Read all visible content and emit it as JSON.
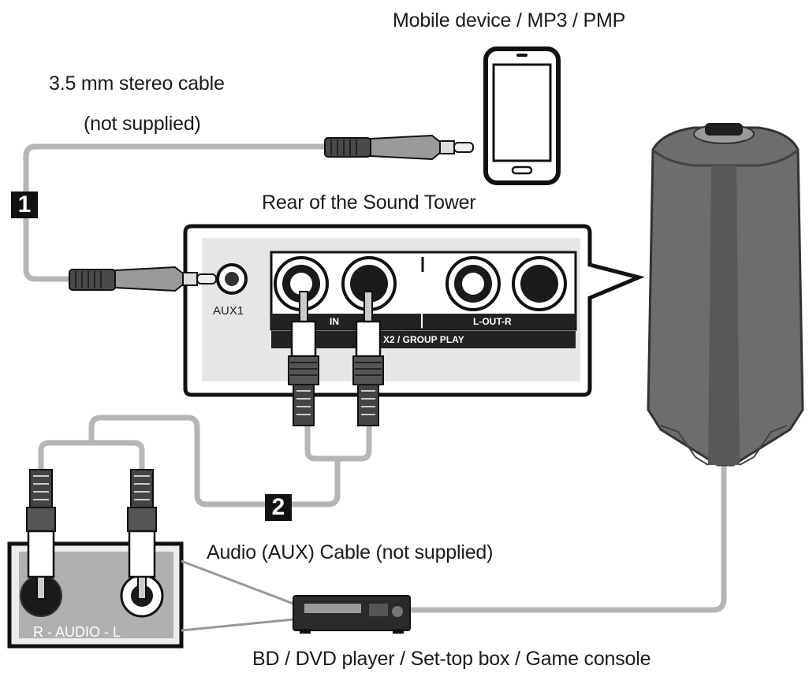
{
  "labels": {
    "mobile_device": "Mobile device / MP3 / PMP",
    "stereo_cable_line1": "3.5 mm stereo cable",
    "stereo_cable_line2": "(not supplied)",
    "rear_title": "Rear of the Sound Tower",
    "aux1": "AUX1",
    "in_label": "IN",
    "aux2_label": "X2 / GROUP PLAY",
    "out_label": "L-OUT-R",
    "audio_cable": "Audio (AUX) Cable (not supplied)",
    "audio_panel": "R - AUDIO - L",
    "source_devices": "BD / DVD player / Set-top box / Game console"
  },
  "steps": [
    "1",
    "2"
  ],
  "colors": {
    "cable": "#b8b8b8",
    "speaker": "#6d6d6d",
    "panel": "#e6e6e6",
    "outline": "#111111"
  }
}
